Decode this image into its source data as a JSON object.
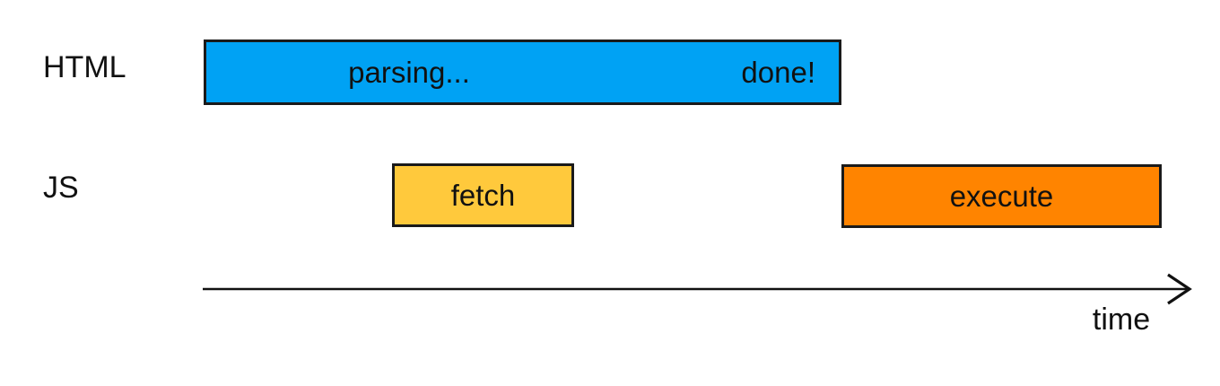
{
  "diagram": {
    "rows": {
      "html": {
        "label": "HTML"
      },
      "js": {
        "label": "JS"
      }
    },
    "bars": {
      "parsing": {
        "label_left": "parsing...",
        "label_right": "done!",
        "color": "#00A2F4"
      },
      "fetch": {
        "label": "fetch",
        "color": "#FFC93C"
      },
      "execute": {
        "label": "execute",
        "color": "#FF8400"
      }
    },
    "axis": {
      "label": "time"
    },
    "colors": {
      "bar_border": "#1A1A1A",
      "text": "#111111",
      "background": "#FFFFFF",
      "axis_stroke": "#111111"
    }
  }
}
